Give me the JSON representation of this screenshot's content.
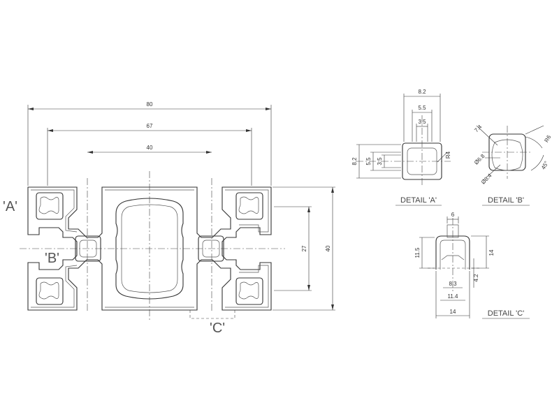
{
  "main_view": {
    "dims": {
      "overall_width": "80",
      "outer_slot_spacing": "67",
      "inner_slot_spacing": "40",
      "slot_height_spacing": "27",
      "overall_height": "40"
    },
    "labels": {
      "a": "'A'",
      "b": "'B'",
      "c": "'C'"
    }
  },
  "detail_a": {
    "caption": "DETAIL 'A'",
    "dims": {
      "top_width": "8.2",
      "mid_width": "5.5",
      "inner_width": "3.5",
      "left_height": "8.2",
      "left_mid": "5.5",
      "left_inner": "3.5",
      "radius": "R4"
    }
  },
  "detail_b": {
    "caption": "DETAIL 'B'",
    "dims": {
      "d1": "7.4",
      "d2": "Ø6.8",
      "d3": "Ø8.4",
      "d4": "R6",
      "angle": "45°"
    }
  },
  "detail_c": {
    "caption": "DETAIL 'C'",
    "dims": {
      "top": "6",
      "left": "11.5",
      "right": "14",
      "inner_h": "4.2",
      "inner_w": "8.3",
      "mid_w": "11.4",
      "bottom": "14"
    }
  }
}
